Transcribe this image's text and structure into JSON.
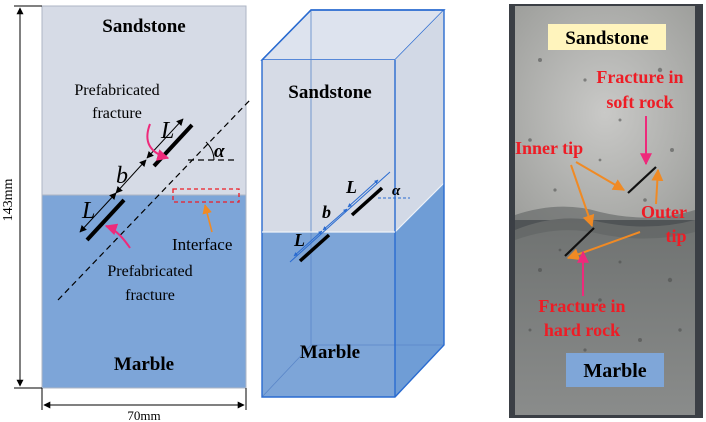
{
  "left": {
    "top_material": "Sandstone",
    "bottom_material": "Marble",
    "height_dim": "143mm",
    "width_dim": "70mm",
    "prefab_upper_line1": "Prefabricated",
    "prefab_upper_line2": "fracture",
    "prefab_lower_line1": "Prefabricated",
    "prefab_lower_line2": "fracture",
    "interface_label": "Interface",
    "L_upper": "L",
    "b_label": "b",
    "L_lower": "L",
    "alpha": "α"
  },
  "middle": {
    "top_material": "Sandstone",
    "bottom_material": "Marble",
    "L_upper": "L",
    "b_label": "b",
    "L_lower": "L",
    "alpha": "α"
  },
  "right": {
    "top_badge": "Sandstone",
    "bottom_badge": "Marble",
    "fracture_soft_line1": "Fracture in",
    "fracture_soft_line2": "soft rock",
    "inner_tip": "Inner tip",
    "outer_tip_line1": "Outer",
    "outer_tip_line2": "tip",
    "fracture_hard_line1": "Fracture in",
    "fracture_hard_line2": "hard rock"
  },
  "colors": {
    "sandstone": "#d6dbe6",
    "marble": "#7da5d8",
    "red_text": "#ee1c25",
    "orange_arrow": "#f08a24",
    "pink_arrow": "#ee2a7b",
    "badge": "#fff4bd"
  }
}
